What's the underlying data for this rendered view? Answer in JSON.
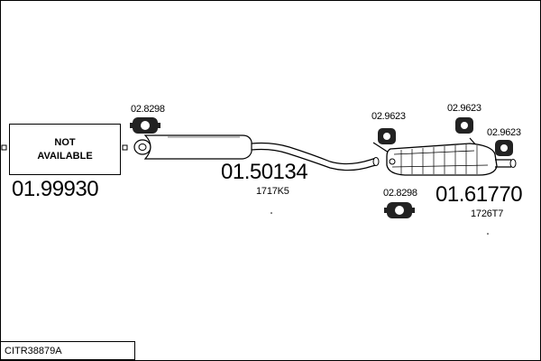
{
  "diagram": {
    "front_section": {
      "availability": [
        "NOT",
        "AVAILABLE"
      ],
      "part_number": "01.99930"
    },
    "middle_section": {
      "clamp_ref": "02.8298",
      "part_number": "01.50134",
      "oe_code": "1717K5"
    },
    "rear_section": {
      "hanger_ref_left": "02.9623",
      "hanger_ref_center": "02.9623",
      "hanger_ref_right": "02.9623",
      "clamp_ref": "02.8298",
      "part_number": "01.61770",
      "oe_code": "1726T7"
    },
    "kit_reference": "CITR38879A"
  }
}
